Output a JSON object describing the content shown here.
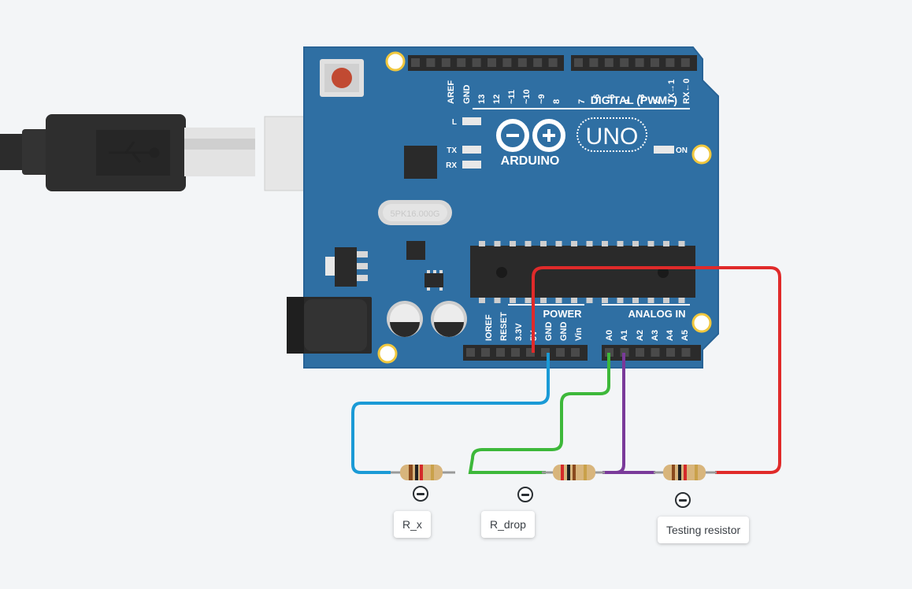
{
  "board": {
    "logo_text": "ARDUINO",
    "model": "UNO",
    "crystal": "5PK16.000G",
    "digital_header": "DIGITAL (PWM~)",
    "digital_pins": [
      "AREF",
      "GND",
      "13",
      "12",
      "~11",
      "~10",
      "~9",
      "8",
      "7",
      "~6",
      "~5",
      "4",
      "~3",
      "2",
      "TX→1",
      "RX←0"
    ],
    "power_header": "POWER",
    "power_pins": [
      "IOREF",
      "RESET",
      "3.3V",
      "5V",
      "GND",
      "GND",
      "Vin"
    ],
    "analog_header": "ANALOG IN",
    "analog_pins": [
      "A0",
      "A1",
      "A2",
      "A3",
      "A4",
      "A5"
    ],
    "led_l": "L",
    "led_tx": "TX",
    "led_rx": "RX",
    "led_on": "ON"
  },
  "components": {
    "r1_label": "R_x",
    "r2_label": "R_drop",
    "r3_label": "Testing resistor"
  },
  "wire_colors": {
    "gnd": "#1a9ad6",
    "a0": "#3db83a",
    "a1": "#7a3a9a",
    "v5": "#e02a2a"
  },
  "icons": {
    "usb": "usb-icon",
    "remove": "minus-circle-icon"
  }
}
